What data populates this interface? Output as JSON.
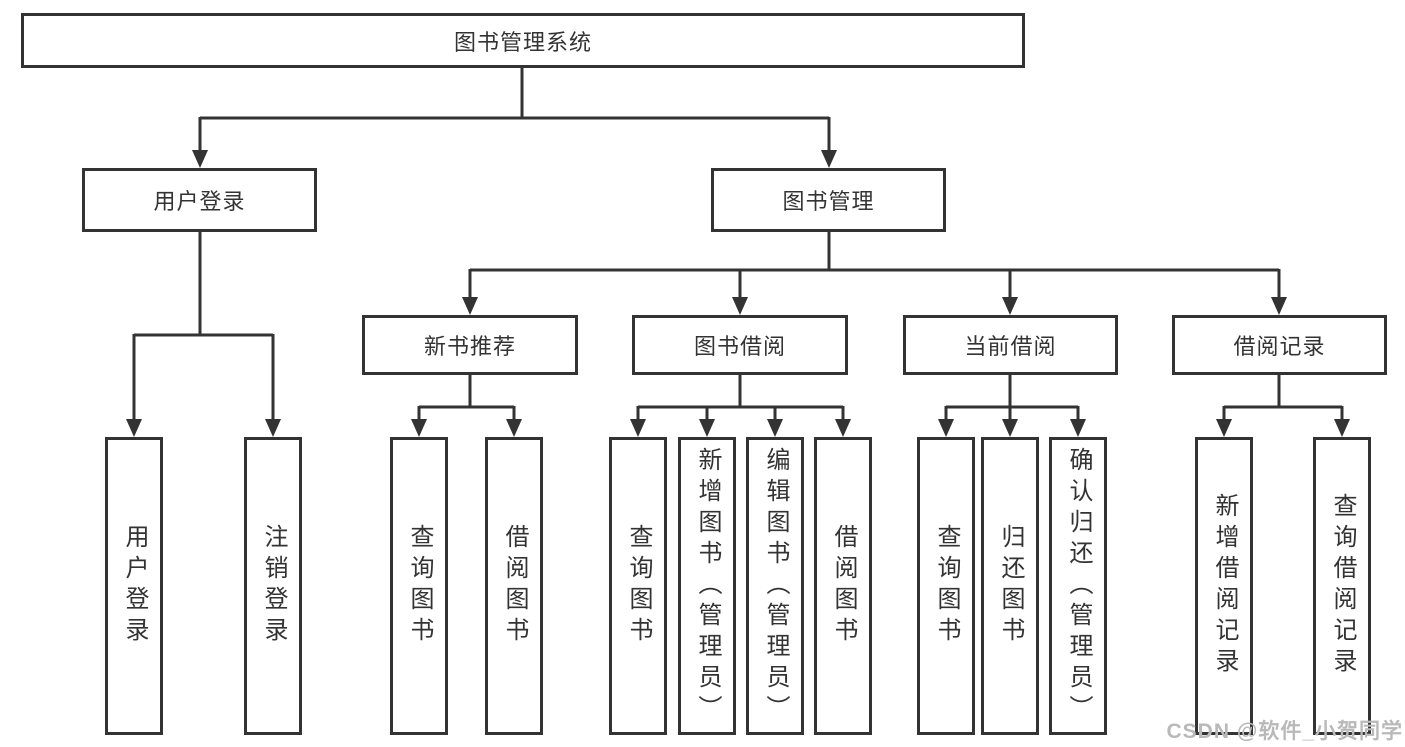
{
  "tree": {
    "label": "图书管理系统",
    "children": [
      {
        "label": "用户登录",
        "children": [
          {
            "label": "用户登录"
          },
          {
            "label": "注销登录"
          }
        ]
      },
      {
        "label": "图书管理",
        "children": [
          {
            "label": "新书推荐",
            "children": [
              {
                "label": "查询图书"
              },
              {
                "label": "借阅图书"
              }
            ]
          },
          {
            "label": "图书借阅",
            "children": [
              {
                "label": "查询图书"
              },
              {
                "label": "新增图书（管理员）"
              },
              {
                "label": "编辑图书（管理员）"
              },
              {
                "label": "借阅图书"
              }
            ]
          },
          {
            "label": "当前借阅",
            "children": [
              {
                "label": "查询图书"
              },
              {
                "label": "归还图书"
              },
              {
                "label": "确认归还（管理员）"
              }
            ]
          },
          {
            "label": "借阅记录",
            "children": [
              {
                "label": "新增借阅记录"
              },
              {
                "label": "查询借阅记录"
              }
            ]
          }
        ]
      }
    ]
  },
  "watermark": {
    "text": "CSDN @软件_小贺同学"
  },
  "colors": {
    "line": "#333333",
    "text": "#333333",
    "background": "#ffffff",
    "watermark": "#b9b9b9"
  }
}
